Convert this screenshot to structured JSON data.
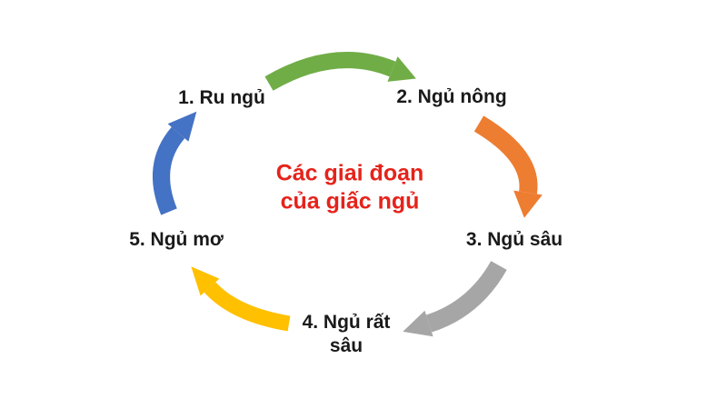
{
  "diagram": {
    "type": "cycle-diagram",
    "background": "#ffffff",
    "text_color": "#1a1a1a"
  },
  "title": {
    "line1": "Các giai đoạn",
    "line2": "của giấc ngủ",
    "color": "#e5231b"
  },
  "stages": [
    {
      "label": "1. Ru ngủ"
    },
    {
      "label": "2. Ngủ nông"
    },
    {
      "label": "3. Ngủ sâu"
    },
    {
      "label": "4. Ngủ rất sâu",
      "line1": "4. Ngủ rất",
      "line2": "sâu"
    },
    {
      "label": "5. Ngủ mơ"
    }
  ],
  "arrows": [
    {
      "from": "1. Ru ngủ",
      "to": "2. Ngủ nông",
      "color": "#70ad47"
    },
    {
      "from": "2. Ngủ nông",
      "to": "3. Ngủ sâu",
      "color": "#ed7d31"
    },
    {
      "from": "3. Ngủ sâu",
      "to": "4. Ngủ rất sâu",
      "color": "#a6a6a6"
    },
    {
      "from": "4. Ngủ rất sâu",
      "to": "5. Ngủ mơ",
      "color": "#ffc000"
    },
    {
      "from": "5. Ngủ mơ",
      "to": "1. Ru ngủ",
      "color": "#4472c4"
    }
  ]
}
